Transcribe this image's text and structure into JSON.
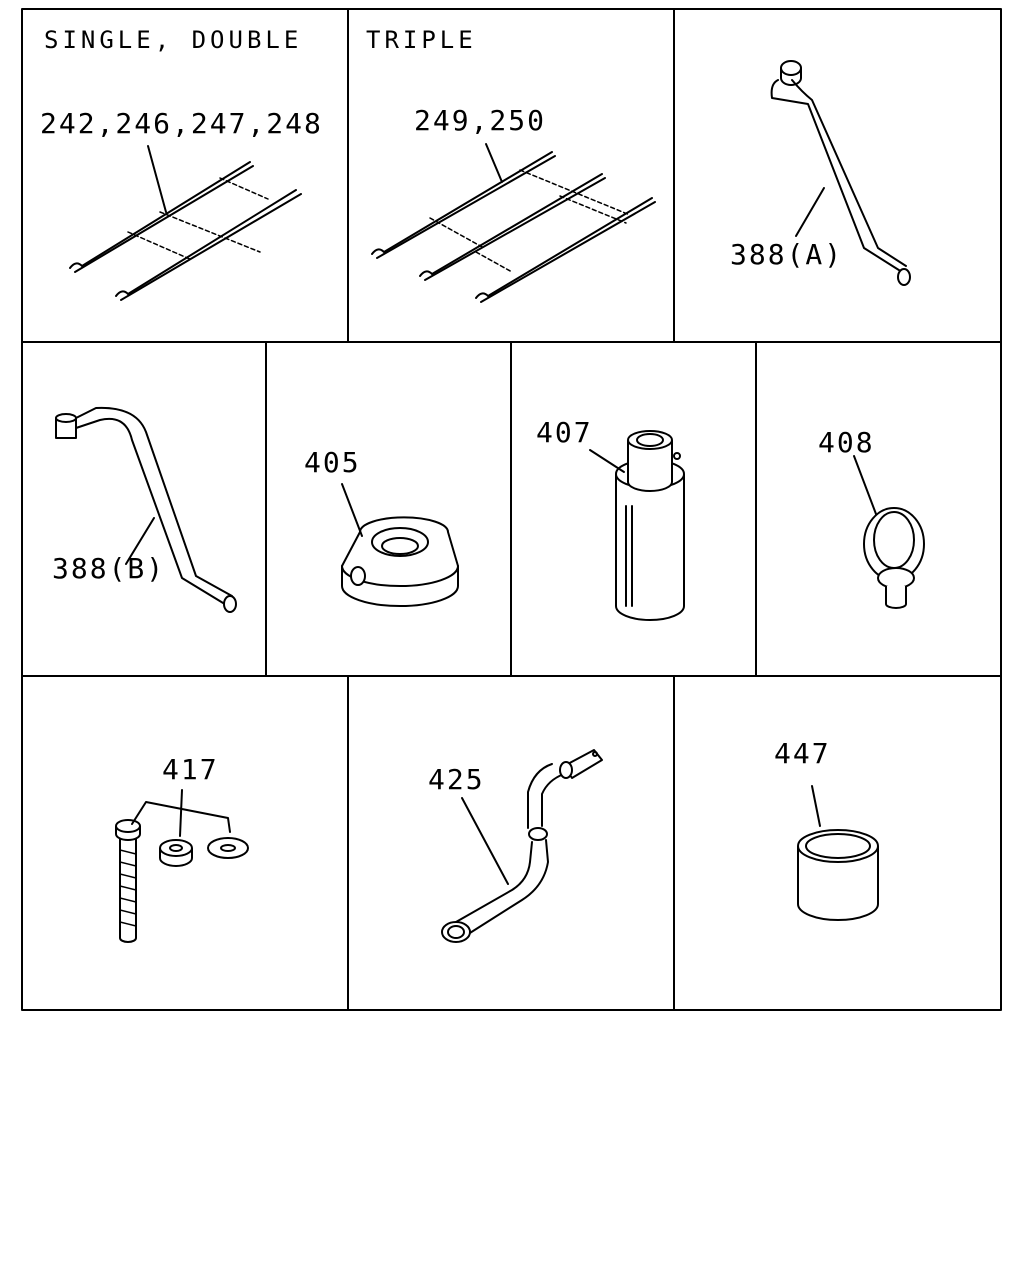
{
  "headers": {
    "single_double": "SINGLE, DOUBLE",
    "triple": "TRIPLE"
  },
  "parts": {
    "chain_single": "242,246,247,248",
    "chain_triple": "249,250",
    "rod_a": "388(A)",
    "rod_b": "388(B)",
    "cone_nut": "405",
    "socket": "407",
    "eye_bolt": "408",
    "bolt_set": "417",
    "wrench": "425",
    "collar": "447"
  }
}
